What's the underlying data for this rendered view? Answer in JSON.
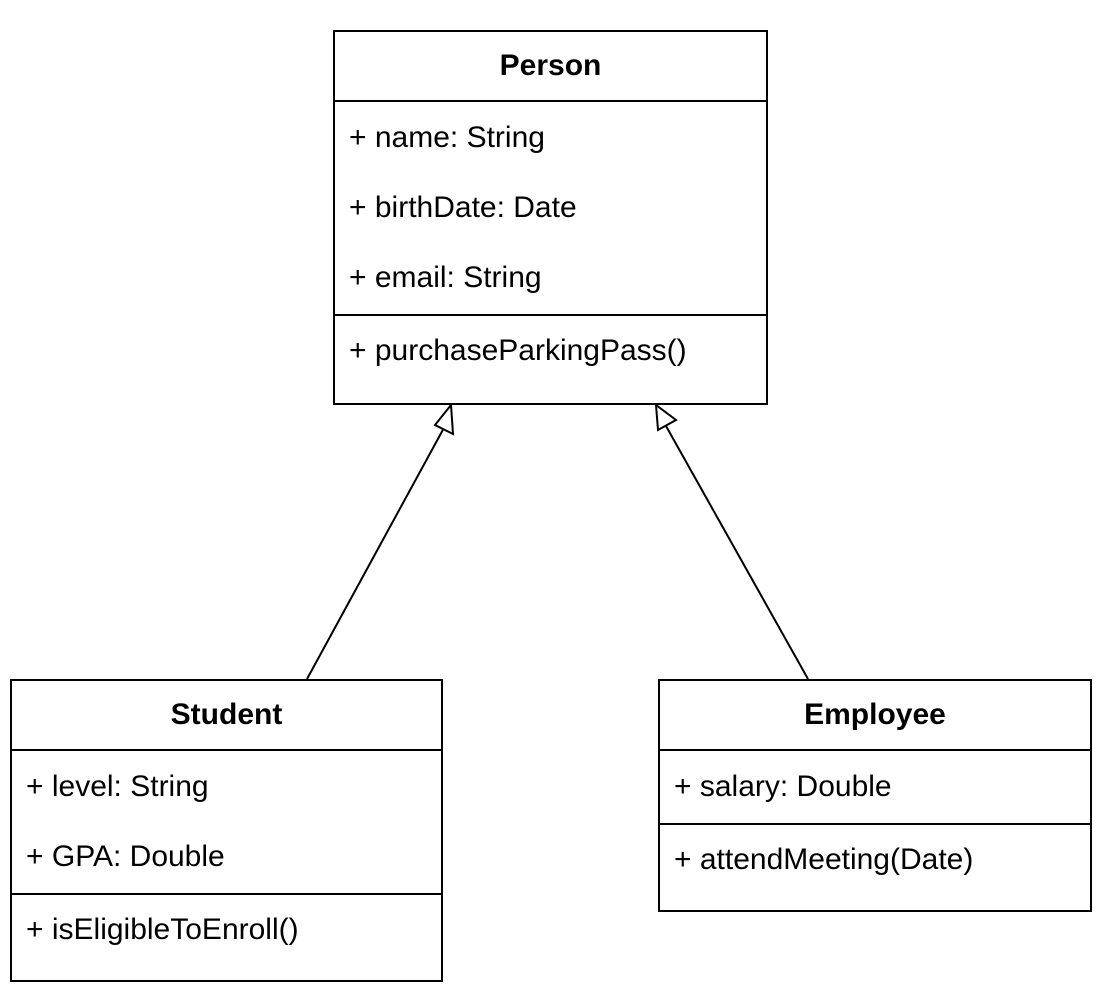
{
  "classes": {
    "person": {
      "name": "Person",
      "attributes": [
        "+ name: String",
        "+ birthDate: Date",
        "+ email: String"
      ],
      "methods": [
        "+ purchaseParkingPass()"
      ]
    },
    "student": {
      "name": "Student",
      "attributes": [
        "+ level: String",
        "+ GPA: Double"
      ],
      "methods": [
        "+ isEligibleToEnroll()"
      ]
    },
    "employee": {
      "name": "Employee",
      "attributes": [
        "+ salary: Double"
      ],
      "methods": [
        "+ attendMeeting(Date)"
      ]
    }
  },
  "relations": [
    {
      "type": "generalization",
      "from": "Student",
      "to": "Person"
    },
    {
      "type": "generalization",
      "from": "Employee",
      "to": "Person"
    }
  ],
  "colors": {
    "line": "#000000",
    "fill": "#ffffff"
  }
}
